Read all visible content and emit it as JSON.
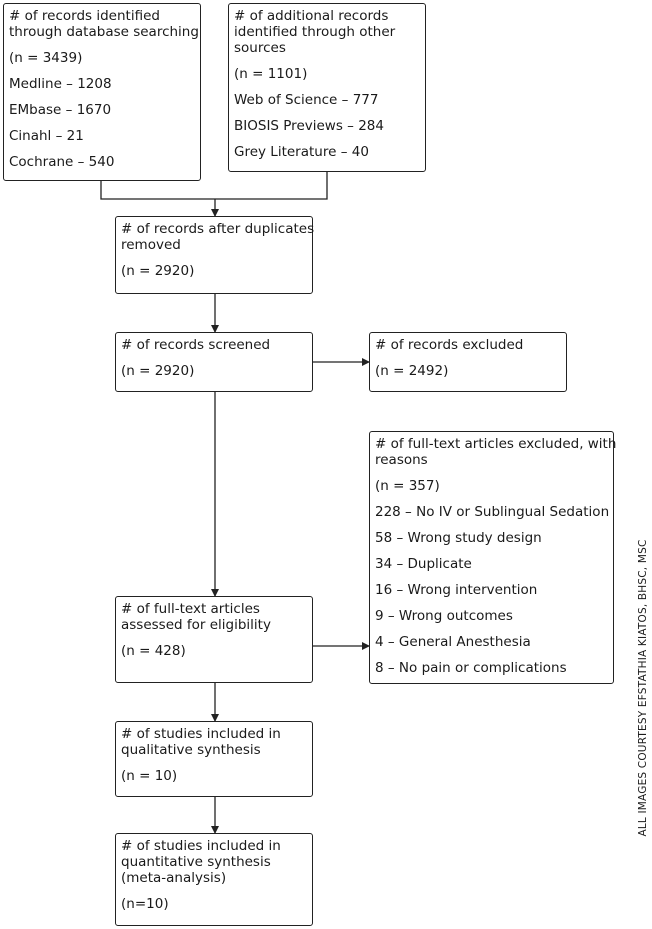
{
  "identified_db": {
    "title": [
      "# of records identified",
      "through database searching"
    ],
    "count": "(n = 3439)",
    "sources": [
      "Medline – 1208",
      "EMbase – 1670",
      "Cinahl – 21",
      "Cochrane – 540"
    ]
  },
  "identified_other": {
    "title": [
      "# of additional records",
      "identified through other",
      "sources"
    ],
    "count": "(n = 1101)",
    "sources": [
      "Web of Science – 777",
      "BIOSIS Previews – 284",
      "Grey Literature – 40"
    ]
  },
  "duplicates_removed": {
    "title": [
      "# of records after duplicates",
      "removed"
    ],
    "count": "(n = 2920)"
  },
  "screened": {
    "title": [
      "# of records screened"
    ],
    "count": "(n = 2920)"
  },
  "excluded": {
    "title": [
      "# of records excluded"
    ],
    "count": "(n = 2492)"
  },
  "fulltext_excluded": {
    "title": [
      "# of full-text articles excluded, with",
      "reasons"
    ],
    "count": "(n = 357)",
    "reasons": [
      "228 – No IV or Sublingual Sedation",
      "58 – Wrong study design",
      "34 – Duplicate",
      "16 – Wrong intervention",
      "9 – Wrong outcomes",
      "4 – General Anesthesia",
      "8 – No pain or complications"
    ]
  },
  "eligibility": {
    "title": [
      "# of full-text articles",
      "assessed for eligibility"
    ],
    "count": "(n = 428)"
  },
  "qualitative": {
    "title": [
      "# of studies included in",
      "qualitative synthesis"
    ],
    "count": "(n = 10)"
  },
  "quantitative": {
    "title": [
      "# of studies included in",
      "quantitative synthesis",
      "(meta-analysis)"
    ],
    "count": "(n=10)"
  },
  "credit": "ALL IMAGES COURTESY EFSTATHIA KIATOS, BHSC, MSC"
}
